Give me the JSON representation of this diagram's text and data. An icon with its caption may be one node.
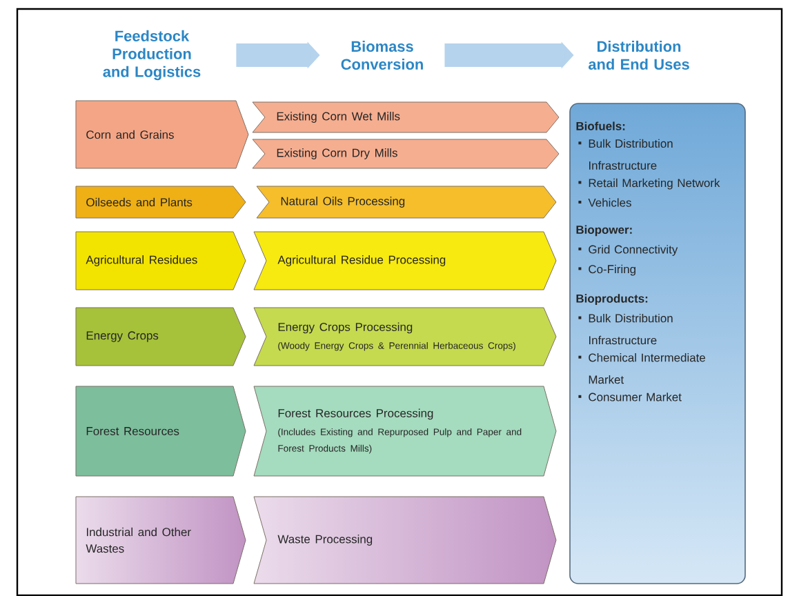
{
  "diagram": {
    "nodes": [
      {
        "text": [
          "Feedstock Production and Logistics"
        ]
      },
      {
        "text": [
          "Biomass Conversion"
        ]
      },
      {
        "text": [
          "Distribution and End Uses"
        ]
      },
      {
        "text": [
          "Corn and Grains"
        ]
      },
      {
        "text": [
          "Existing Corn Wet Mills"
        ]
      },
      {
        "text": [
          "Existing Corn Dry Mills"
        ]
      },
      {
        "text": [
          "Oilseeds and Plants"
        ]
      },
      {
        "text": [
          "Natural Oils Processing"
        ]
      },
      {
        "text": [
          "Agricultural Residues"
        ]
      },
      {
        "text": [
          "Agricultural Residue Processing"
        ]
      },
      {
        "text": [
          "Energy Crops"
        ]
      },
      {
        "text": [
          "Energy Crops Processing",
          "(Woody Energy Crops & Perennial Herbaceous Crops)"
        ]
      },
      {
        "text": [
          "Forest Resources"
        ]
      },
      {
        "text": [
          "Forest Resources Processing",
          "(Includes Existing and Repurposed Pulp and Paper and Forest Products Mills)"
        ]
      },
      {
        "text": [
          "Industrial and Other Wastes"
        ]
      },
      {
        "text": [
          "Waste Processing"
        ]
      },
      {
        "text": [
          "Biofuels:",
          "Bulk Distribution Infrastructure",
          "Retail Marketing Network",
          "Vehicles",
          "Biopower:",
          "Grid Connectivity",
          "Co-Firing",
          "Bioproducts:",
          "Bulk Distribution Infrastructure",
          "Chemical Intermediate Market",
          "Consumer Market"
        ]
      }
    ],
    "edges": [
      {
        "from": 0,
        "to": 1,
        "arrow": "to"
      },
      {
        "from": 1,
        "to": 2,
        "arrow": "to"
      }
    ]
  }
}
